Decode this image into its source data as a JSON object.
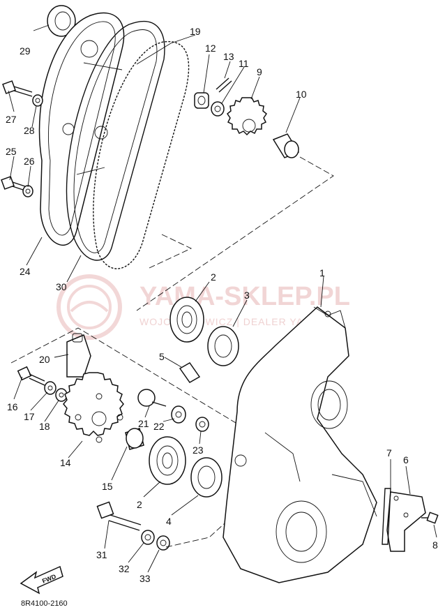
{
  "watermark": {
    "brand": "YAMA-SKLEP.PL",
    "tagline": "WOJCIECHOWICZ | DEALER YAMAHA"
  },
  "diagram_code": "8R4100-2160",
  "fwd_label": "FWD",
  "parts": [
    {
      "no": "1"
    },
    {
      "no": "2"
    },
    {
      "no": "2"
    },
    {
      "no": "3"
    },
    {
      "no": "4"
    },
    {
      "no": "5"
    },
    {
      "no": "6"
    },
    {
      "no": "7"
    },
    {
      "no": "8"
    },
    {
      "no": "9"
    },
    {
      "no": "10"
    },
    {
      "no": "11"
    },
    {
      "no": "12"
    },
    {
      "no": "13"
    },
    {
      "no": "14"
    },
    {
      "no": "15"
    },
    {
      "no": "16"
    },
    {
      "no": "17"
    },
    {
      "no": "18"
    },
    {
      "no": "19"
    },
    {
      "no": "20"
    },
    {
      "no": "21"
    },
    {
      "no": "22"
    },
    {
      "no": "23"
    },
    {
      "no": "24"
    },
    {
      "no": "25"
    },
    {
      "no": "26"
    },
    {
      "no": "27"
    },
    {
      "no": "28"
    },
    {
      "no": "29"
    },
    {
      "no": "30"
    },
    {
      "no": "31"
    },
    {
      "no": "32"
    },
    {
      "no": "33"
    }
  ]
}
